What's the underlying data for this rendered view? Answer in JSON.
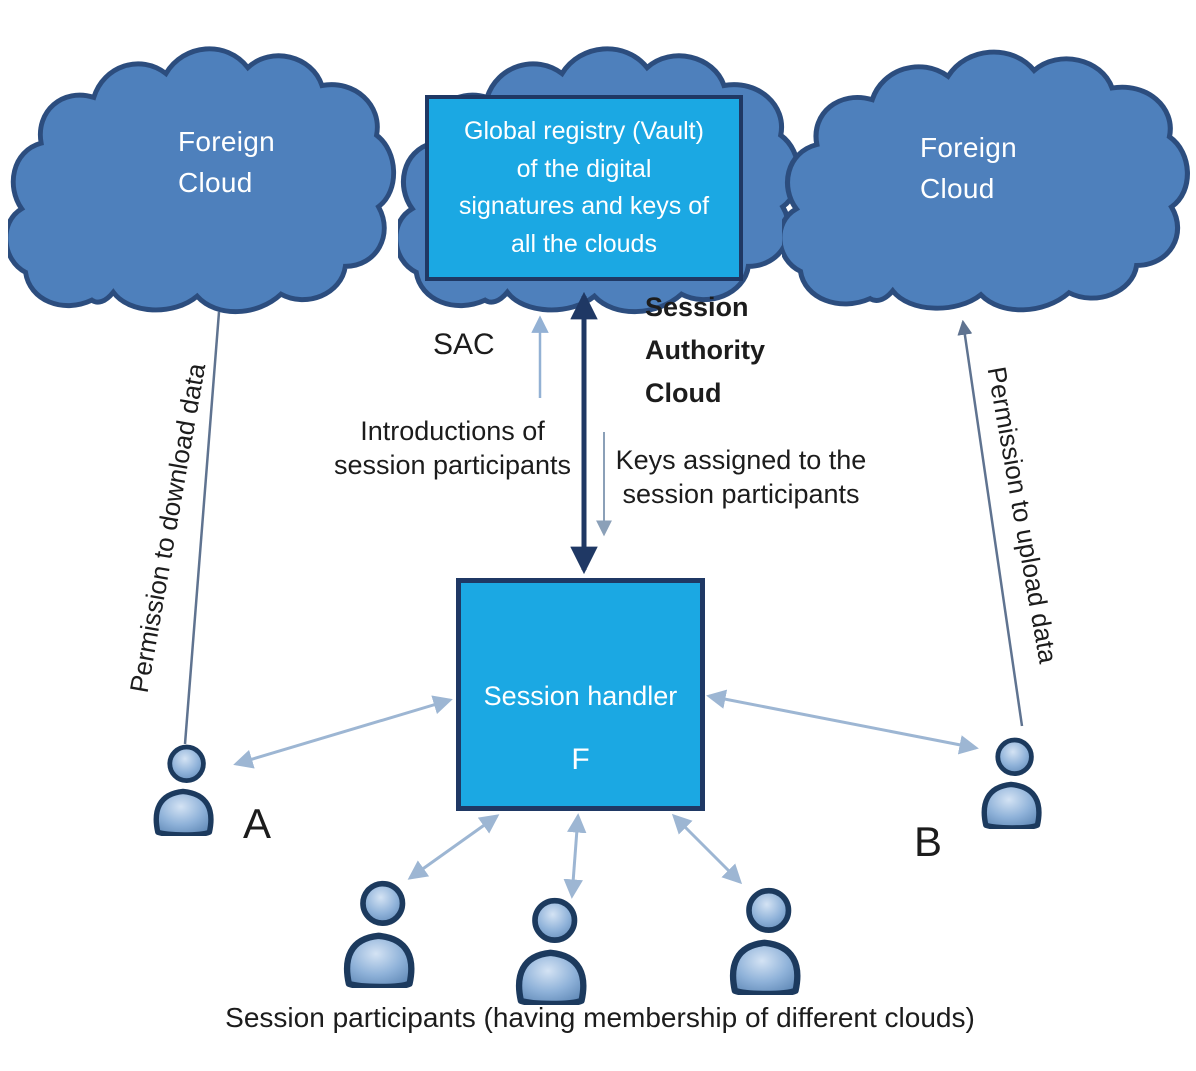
{
  "colors": {
    "cloud_fill": "#4E80BC",
    "cloud_stroke": "#2C4D7E",
    "box_fill": "#1BA8E3",
    "box_stroke": "#1F3864",
    "arrow_navy": "#1F3864",
    "arrow_light": "#9DB6D3",
    "arrow_sac": "#93B1D4",
    "arrow_gray": "#8BA0B8",
    "line_permission": "#5F7390",
    "person_stroke": "#1C3A5E",
    "text_dark": "#1C1C1C",
    "text_white": "#FFFFFF"
  },
  "icons": {
    "cloud": "cloud-icon",
    "person": "person-icon",
    "arrow_double": "double-arrow-icon",
    "arrow_up": "up-arrow-icon",
    "arrow_down": "down-arrow-icon"
  },
  "clouds": {
    "left_label": "Foreign\nCloud",
    "right_label": "Foreign\nCloud"
  },
  "registry": {
    "label": "Global registry (Vault)\nof the digital\nsignatures and keys of\nall the clouds"
  },
  "sac": {
    "abbr": "SAC",
    "name": "Session\nAuthority\nCloud"
  },
  "flows": {
    "introductions": "Introductions of\nsession participants",
    "keys": "Keys assigned to the\nsession participants",
    "permission_download": "Permission to download data",
    "permission_upload": "Permission to upload data"
  },
  "handler": {
    "label": "Session handler",
    "id": "F"
  },
  "participants": {
    "a": "A",
    "b": "B",
    "caption": "Session participants (having membership of different clouds)"
  }
}
